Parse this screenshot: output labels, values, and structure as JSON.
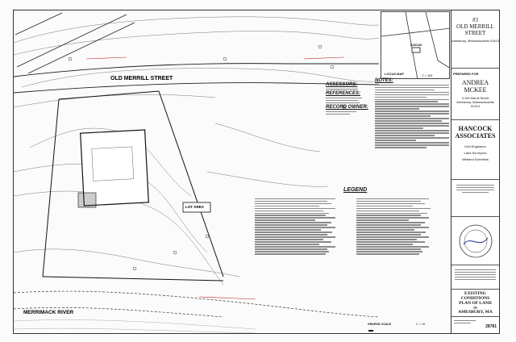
{
  "title_block": {
    "project_number": "#3",
    "project_name": "OLD MERRILL STREET",
    "project_location": "Amesbury, Massachusetts 01913",
    "prepared_for_label": "PREPARED FOR",
    "client_name": "ANDREA MCKEE",
    "client_address": "3 Old Merrill Street Amesbury, Massachusetts 01913",
    "firm_name": "HANCOCK ASSOCIATES",
    "services": [
      "Civil Engineers",
      "Land Surveyors",
      "Wetland Scientists"
    ],
    "drawing_title": [
      "EXISTING CONDITIONS",
      "PLAN OF LAND",
      "IN",
      "AMESBURY, MA"
    ],
    "sheet_number": "28781"
  },
  "locus_map": {
    "label": "LOCUS MAP",
    "scale": "1\" = 100'",
    "site_label": "LOCUS"
  },
  "plan": {
    "street_name": "OLD MERRILL STREET",
    "river_name": "MERRIMACK RIVER",
    "lot_area_label": "LOT AREA",
    "scale_label": "GRAPHIC SCALE",
    "scale_text": "1\" = 10'"
  },
  "sections": {
    "notes": "NOTES:",
    "assessors": "ASSESSORS:",
    "references": "REFERENCES:",
    "record_owner": "RECORD OWNER:",
    "legend": "LEGEND"
  }
}
